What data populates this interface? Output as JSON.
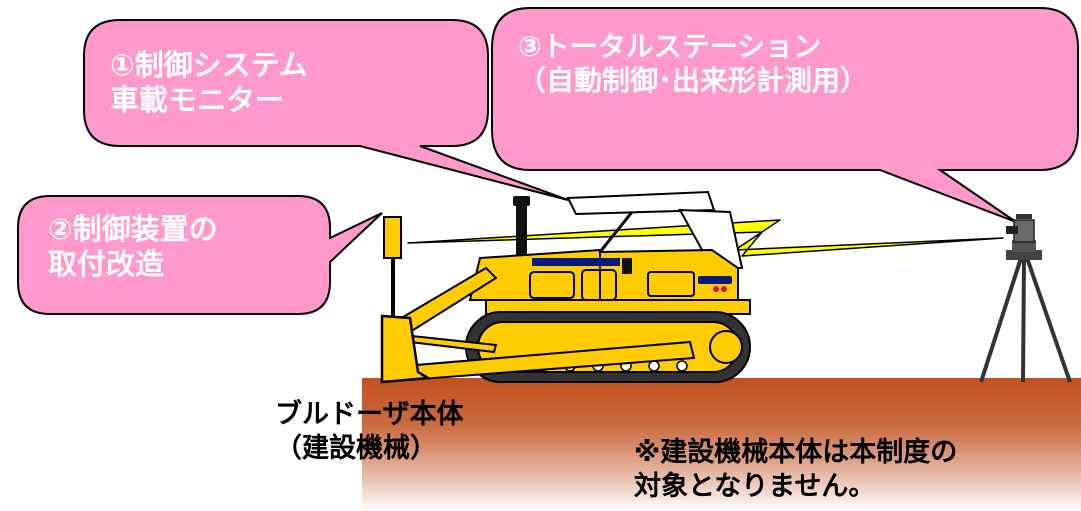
{
  "colors": {
    "callout_fill": "#ff99cc",
    "callout_stroke": "#000000",
    "bulldozer_body": "#ffcc00",
    "bulldozer_outline": "#000000",
    "bulldozer_trim": "#0a1a7a",
    "signal_bolt": "#ffff00",
    "ground_top": "#c0501f",
    "ground_fade": "#ffffff"
  },
  "callouts": {
    "control_system": {
      "number": "①",
      "line1": "制御システム",
      "line2": "車載モニター"
    },
    "control_device": {
      "number": "②",
      "line1": "制御装置の",
      "line2": "取付改造"
    },
    "total_station": {
      "number": "③",
      "line1": "トータルステーション",
      "line2": "（自動制御･出来形計測用）"
    }
  },
  "labels": {
    "bulldozer_line1": "ブルドーザ本体",
    "bulldozer_line2": "（建設機械）",
    "note_line1": "※建設機械本体は本制度の",
    "note_line2": "対象となりません。"
  }
}
